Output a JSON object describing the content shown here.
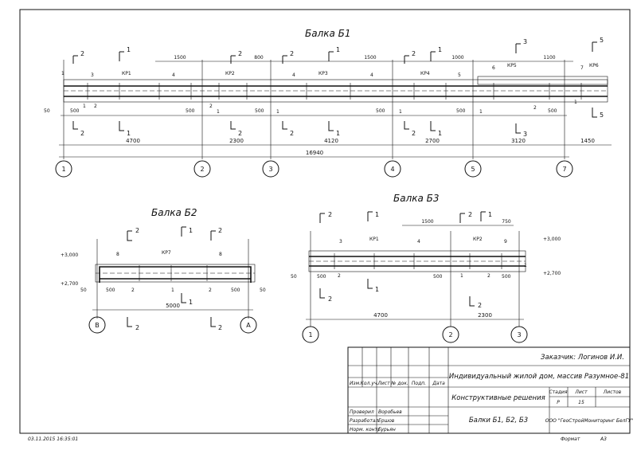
{
  "b1": {
    "title": "Балка Б1",
    "axes": [
      "1",
      "2",
      "3",
      "4",
      "5",
      "7"
    ],
    "spans": [
      "4700",
      "2300",
      "4120",
      "2700",
      "3120",
      "1450"
    ],
    "total": "16940",
    "top_dims": [
      "1500",
      "800",
      "1500",
      "1000",
      "1100"
    ],
    "supports": [
      "500",
      "500",
      "500",
      "500",
      "500",
      "500"
    ],
    "left_dim": "50",
    "frames": [
      "КР1",
      "КР2",
      "КР3",
      "КР4",
      "КР5",
      "КР6"
    ],
    "positions": [
      "3",
      "4",
      "2",
      "4",
      "4",
      "5",
      "6",
      "7",
      "1",
      "2",
      "1",
      "1",
      "1",
      "1",
      "1",
      "2",
      "1"
    ],
    "sections_top": [
      "2",
      "1",
      "2",
      "2",
      "1",
      "2",
      "1",
      "3",
      "5"
    ],
    "sections_bottom": [
      "2",
      "1",
      "2",
      "2",
      "1",
      "2",
      "1",
      "3",
      "5"
    ]
  },
  "b2": {
    "title": "Балка Б2",
    "axes": [
      "В",
      "А"
    ],
    "span": "5000",
    "frames": [
      "КР7"
    ],
    "positions": [
      "8",
      "8",
      "2",
      "2",
      "1"
    ],
    "supports": [
      "500",
      "500"
    ],
    "side_dims": [
      "50",
      "50"
    ],
    "marks": [
      "+3,000",
      "+2,700"
    ],
    "sections_top": [
      "2",
      "1",
      "2"
    ],
    "sections_bottom": [
      "1",
      "2",
      "2"
    ]
  },
  "b3": {
    "title": "Балка Б3",
    "axes": [
      "1",
      "2",
      "3"
    ],
    "spans": [
      "4700",
      "2300"
    ],
    "top_dims": [
      "1500",
      "750"
    ],
    "frames": [
      "КР1",
      "КР2"
    ],
    "positions": [
      "3",
      "4",
      "2",
      "9",
      "2",
      "1",
      "1"
    ],
    "supports": [
      "500",
      "500",
      "500"
    ],
    "left_dim": "50",
    "marks": [
      "+3,000",
      "+2,700"
    ],
    "sections_top": [
      "2",
      "1",
      "2",
      "1"
    ],
    "sections_bottom": [
      "2",
      "1",
      "2"
    ]
  },
  "titleblock": {
    "customer": "Заказчик: Логинов И.И.",
    "project": "Индивидуальный жилой дом, массив Разумное-81",
    "section": "Конструктивные решения",
    "drawing": "Балки Б1, Б2, Б3",
    "company": "ООО \"ГеоСтройМониторинг БелГУ\"",
    "stage_h": "Стадия",
    "sheet_h": "Лист",
    "sheets_h": "Листов",
    "stage": "Р",
    "sheet": "15",
    "cols": [
      "Изм.",
      "Кол.уч.",
      "Лист",
      "№ док.",
      "Подп.",
      "Дата"
    ],
    "roles": [
      "Проверил",
      "Разработал",
      "Норм. контр."
    ],
    "names": [
      "Воробьев",
      "Ершов",
      "Гурьян"
    ],
    "format_label": "Формат",
    "format": "А3"
  },
  "timestamp": "03.11.2015 16:35:01"
}
